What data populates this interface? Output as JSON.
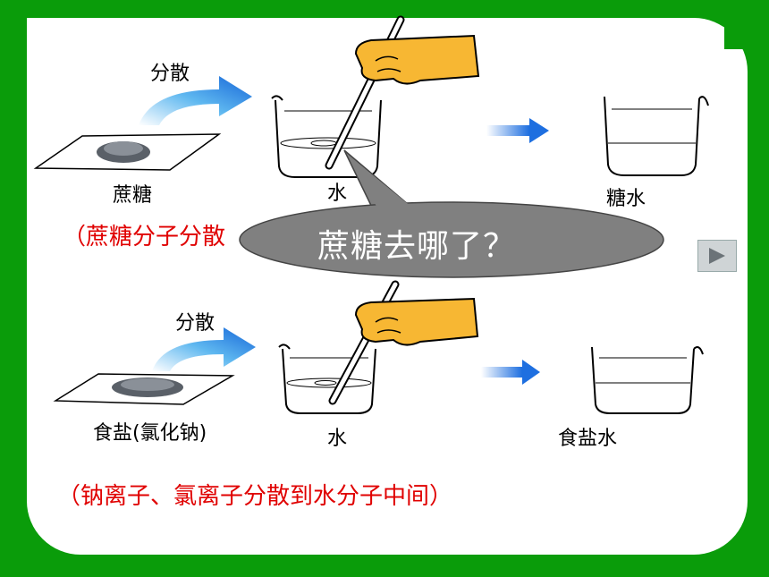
{
  "top": {
    "disperse_label": "分散",
    "solute_label": "蔗糖",
    "water_label": "水",
    "result_label": "糖水",
    "explanation": "（蔗糖分子分散"
  },
  "bubble": {
    "text": "蔗糖去哪了？"
  },
  "bottom": {
    "disperse_label": "分散",
    "solute_label": "食盐(氯化钠)",
    "water_label": "水",
    "result_label": "食盐水",
    "explanation": "（钠离子、氯离子分散到水分子中间）"
  },
  "colors": {
    "background": "#0a9c0a",
    "arrow": "#1e90ff",
    "red_text": "#e00000",
    "bubble": "#808080"
  },
  "icons": {
    "play": "play-triangle-icon"
  }
}
